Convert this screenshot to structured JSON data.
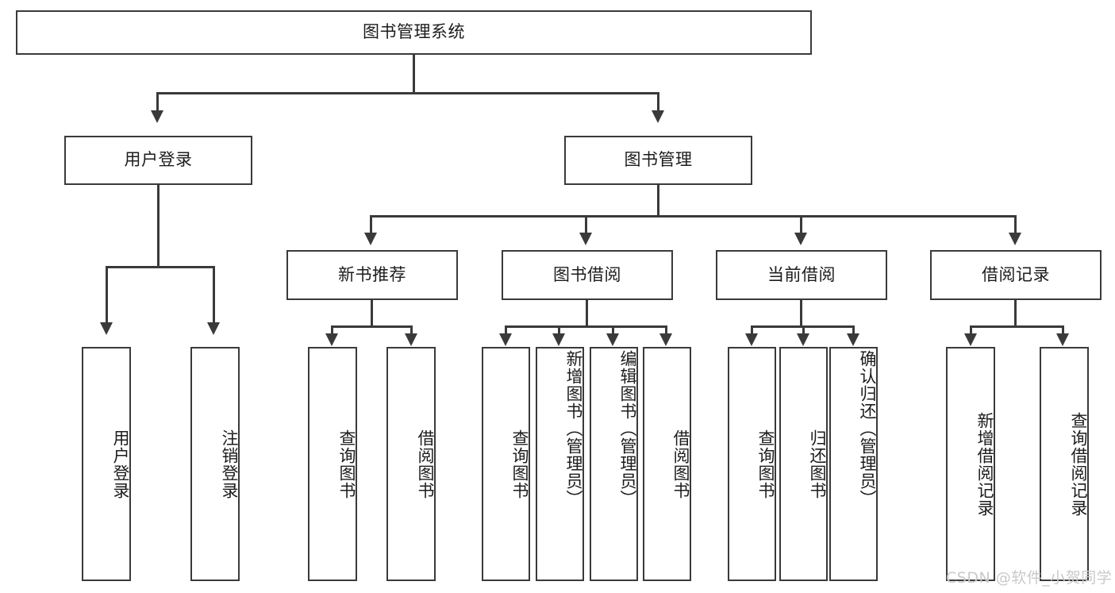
{
  "diagram": {
    "title": "图书管理系统",
    "type": "hierarchy-tree",
    "root": {
      "label": "图书管理系统"
    },
    "level2": [
      {
        "label": "用户登录"
      },
      {
        "label": "图书管理"
      }
    ],
    "level3": [
      {
        "label": "新书推荐"
      },
      {
        "label": "图书借阅"
      },
      {
        "label": "当前借阅"
      },
      {
        "label": "借阅记录"
      }
    ],
    "leaves": {
      "user_login": [
        {
          "label": "用户登录"
        },
        {
          "label": "注销登录"
        }
      ],
      "new_book_recommend": [
        {
          "label": "查询图书"
        },
        {
          "label": "借阅图书"
        }
      ],
      "book_borrow": [
        {
          "label": "查询图书"
        },
        {
          "label": "新增图书（管理员）"
        },
        {
          "label": "编辑图书（管理员）"
        },
        {
          "label": "借阅图书"
        }
      ],
      "current_borrow": [
        {
          "label": "查询图书"
        },
        {
          "label": "归还图书"
        },
        {
          "label": "确认归还（管理员）"
        }
      ],
      "borrow_record": [
        {
          "label": "新增借阅记录"
        },
        {
          "label": "查询借阅记录"
        }
      ]
    }
  },
  "watermark": {
    "text": "CSDN @软件_小贺同学"
  },
  "colors": {
    "stroke": "#3a3a3a",
    "text": "#1c1c1c",
    "background": "#ffffff",
    "watermark": "#c9c9c9"
  }
}
